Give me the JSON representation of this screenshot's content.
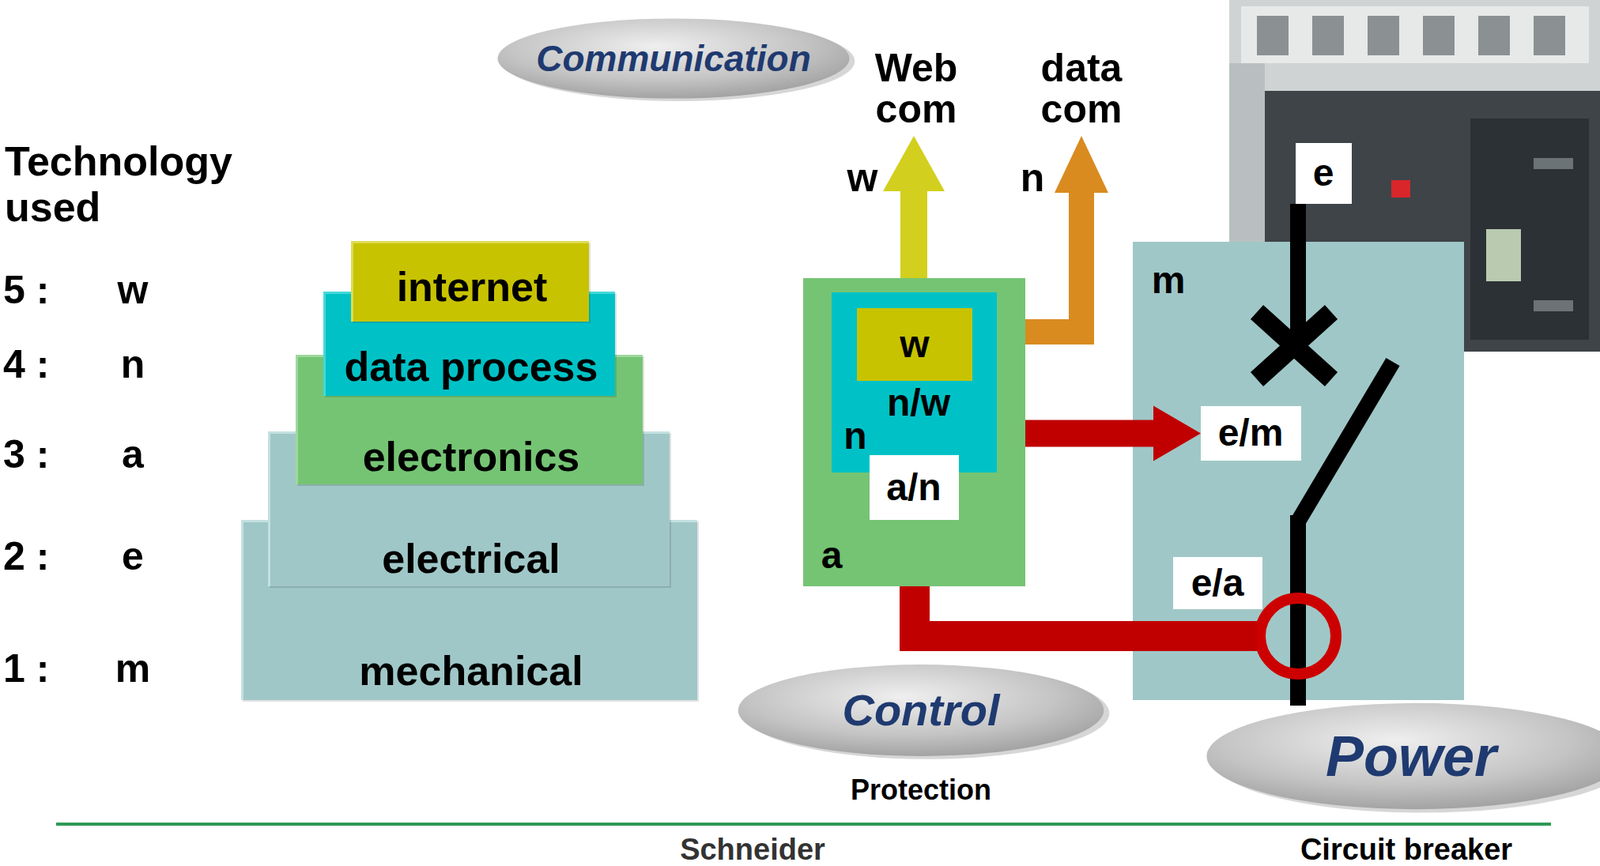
{
  "diagram": {
    "nodes": [
      {
        "text": [
          "internet"
        ]
      },
      {
        "text": [
          "data process"
        ]
      },
      {
        "text": [
          "electronics"
        ]
      },
      {
        "text": [
          "electrical"
        ]
      },
      {
        "text": [
          "mechanical"
        ]
      },
      {
        "text": [
          "Communication"
        ]
      },
      {
        "text": [
          "a"
        ]
      },
      {
        "text": [
          "n/w",
          "n"
        ],
        "in": 6
      },
      {
        "text": [
          "w"
        ],
        "in": 7
      },
      {
        "text": [
          "a/n"
        ],
        "in": 6
      },
      {
        "text": [
          "e"
        ]
      },
      {
        "text": [
          "m"
        ]
      },
      {
        "text": [
          "e/m"
        ],
        "in": 11
      },
      {
        "text": [
          "e/a"
        ],
        "in": 11
      },
      {
        "text": [
          "Control",
          "Protection"
        ]
      },
      {
        "text": [
          "Power"
        ]
      }
    ],
    "edges": [
      {
        "from": 6,
        "to": 12,
        "arrow": "to"
      }
    ],
    "labels": [
      "Technology used",
      "5 :",
      "w",
      "4 :",
      "n",
      "3 :",
      "a",
      "2 :",
      "e",
      "1 :",
      "m",
      "Web com",
      "data com",
      "w",
      "n",
      "Schneider",
      "Circuit breaker"
    ]
  }
}
